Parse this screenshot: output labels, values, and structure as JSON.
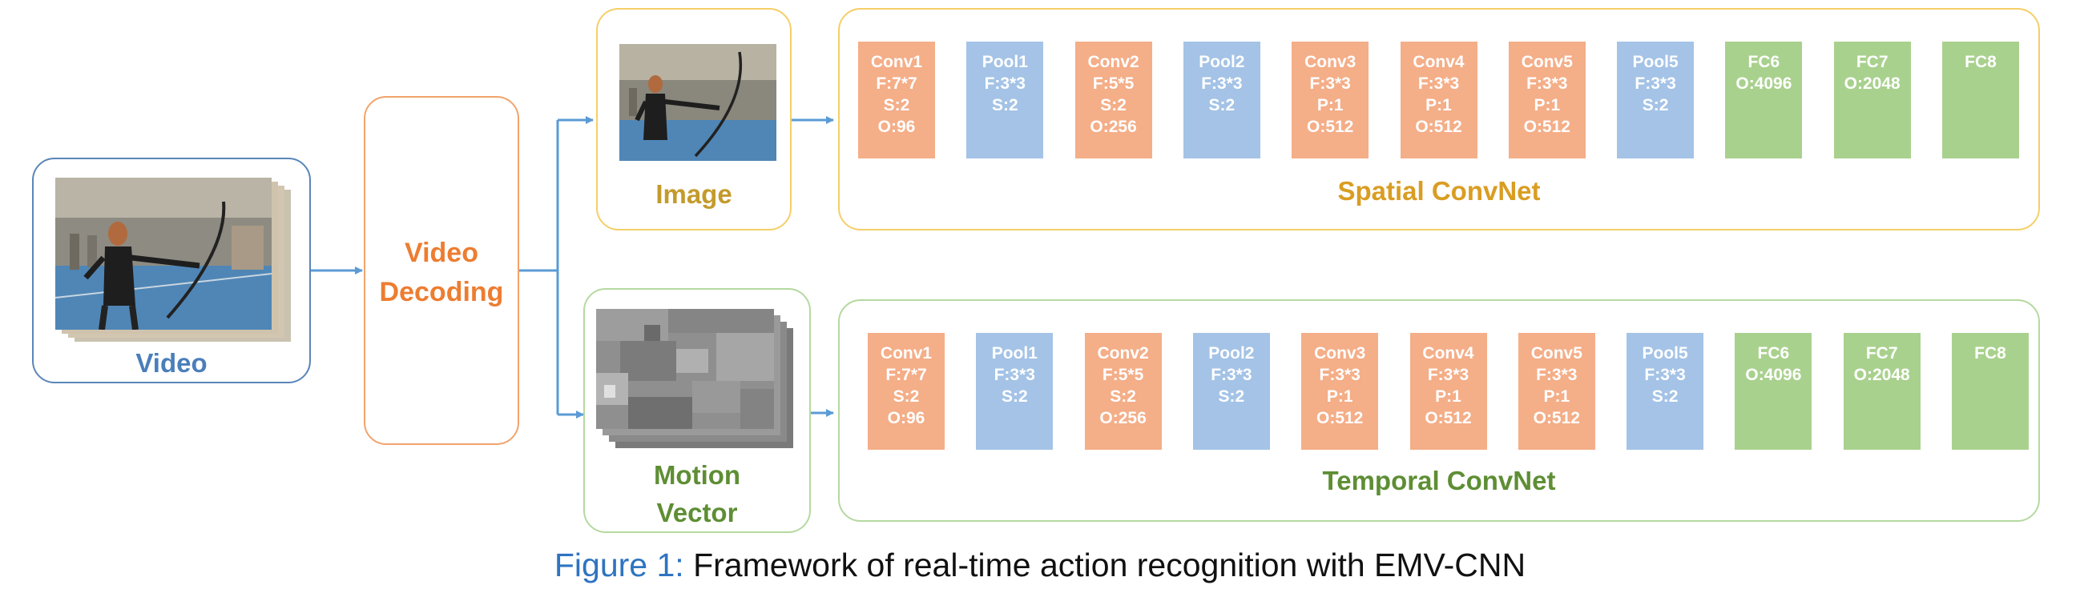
{
  "video": {
    "label": "Video"
  },
  "decoding": {
    "label": "Video\nDecoding"
  },
  "image_input": {
    "label": "Image"
  },
  "motion_input": {
    "label": "Motion\nVector"
  },
  "spatial": {
    "title": "Spatial ConvNet",
    "layers": [
      {
        "kind": "conv",
        "lines": [
          "Conv1",
          "F:7*7",
          "S:2",
          "O:96"
        ]
      },
      {
        "kind": "pool",
        "lines": [
          "Pool1",
          "F:3*3",
          "S:2"
        ]
      },
      {
        "kind": "conv",
        "lines": [
          "Conv2",
          "F:5*5",
          "S:2",
          "O:256"
        ]
      },
      {
        "kind": "pool",
        "lines": [
          "Pool2",
          "F:3*3",
          "S:2"
        ]
      },
      {
        "kind": "conv",
        "lines": [
          "Conv3",
          "F:3*3",
          "P:1",
          "O:512"
        ]
      },
      {
        "kind": "conv",
        "lines": [
          "Conv4",
          "F:3*3",
          "P:1",
          "O:512"
        ]
      },
      {
        "kind": "conv",
        "lines": [
          "Conv5",
          "F:3*3",
          "P:1",
          "O:512"
        ]
      },
      {
        "kind": "pool",
        "lines": [
          "Pool5",
          "F:3*3",
          "S:2"
        ]
      },
      {
        "kind": "fc",
        "lines": [
          "FC6",
          "O:4096"
        ]
      },
      {
        "kind": "fc",
        "lines": [
          "FC7",
          "O:2048"
        ]
      },
      {
        "kind": "fc",
        "lines": [
          "FC8"
        ]
      }
    ]
  },
  "temporal": {
    "title": "Temporal ConvNet",
    "layers": [
      {
        "kind": "conv",
        "lines": [
          "Conv1",
          "F:7*7",
          "S:2",
          "O:96"
        ]
      },
      {
        "kind": "pool",
        "lines": [
          "Pool1",
          "F:3*3",
          "S:2"
        ]
      },
      {
        "kind": "conv",
        "lines": [
          "Conv2",
          "F:5*5",
          "S:2",
          "O:256"
        ]
      },
      {
        "kind": "pool",
        "lines": [
          "Pool2",
          "F:3*3",
          "S:2"
        ]
      },
      {
        "kind": "conv",
        "lines": [
          "Conv3",
          "F:3*3",
          "P:1",
          "O:512"
        ]
      },
      {
        "kind": "conv",
        "lines": [
          "Conv4",
          "F:3*3",
          "P:1",
          "O:512"
        ]
      },
      {
        "kind": "conv",
        "lines": [
          "Conv5",
          "F:3*3",
          "P:1",
          "O:512"
        ]
      },
      {
        "kind": "pool",
        "lines": [
          "Pool5",
          "F:3*3",
          "S:2"
        ]
      },
      {
        "kind": "fc",
        "lines": [
          "FC6",
          "O:4096"
        ]
      },
      {
        "kind": "fc",
        "lines": [
          "FC7",
          "O:2048"
        ]
      },
      {
        "kind": "fc",
        "lines": [
          "FC8"
        ]
      }
    ]
  },
  "caption": {
    "figure": "Figure 1:",
    "text": "Framework of real-time action recognition with EMV-CNN"
  },
  "colors": {
    "conv": "#f4ae88",
    "pool": "#a4c3e6",
    "fc": "#a9d18e",
    "arrow": "#5b9bd5",
    "video": "#4a7ebb",
    "decoding": "#ed7d31",
    "spatial": "#e2a82a",
    "temporal": "#5e8e34",
    "spatial_border": "#f5ce67",
    "temporal_border": "#b5d9a0",
    "video_border": "#5a86b8",
    "decoding_border": "#f2a36c"
  }
}
